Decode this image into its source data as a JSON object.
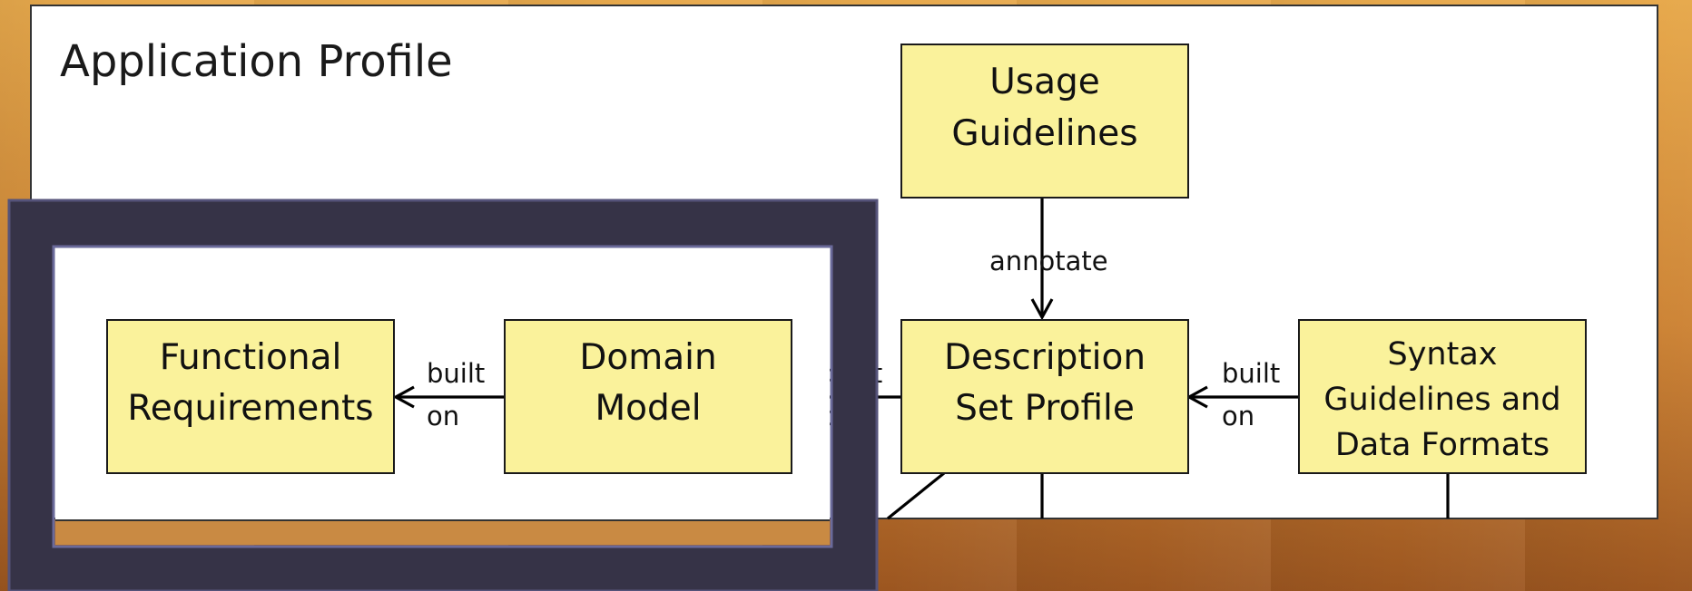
{
  "title": "Application Profile",
  "colors": {
    "panel": "#ffffff",
    "node_fill": "#faf29b",
    "node_stroke": "#1a1a1a",
    "frame": "#363347",
    "frame_inner_border": "#5a5a85",
    "line": "#000000"
  },
  "nodes": {
    "usage_guidelines": {
      "lines": [
        "Usage",
        "Guidelines"
      ]
    },
    "functional_requirements": {
      "lines": [
        "Functional",
        "Requirements"
      ]
    },
    "domain_model": {
      "lines": [
        "Domain",
        "Model"
      ]
    },
    "description_set_profile": {
      "lines": [
        "Description",
        "Set Profile"
      ]
    },
    "syntax_guidelines": {
      "lines": [
        "Syntax",
        "Guidelines and",
        "Data Formats"
      ]
    }
  },
  "edges": {
    "annotate": {
      "label": "annotate"
    },
    "built_on_1": {
      "label_line1": "built",
      "label_line2": "on"
    },
    "built_on_2": {
      "label_line1": "built",
      "label_line2": "on"
    },
    "built_on_3": {
      "label_line1": "built",
      "label_line2": "on"
    }
  }
}
